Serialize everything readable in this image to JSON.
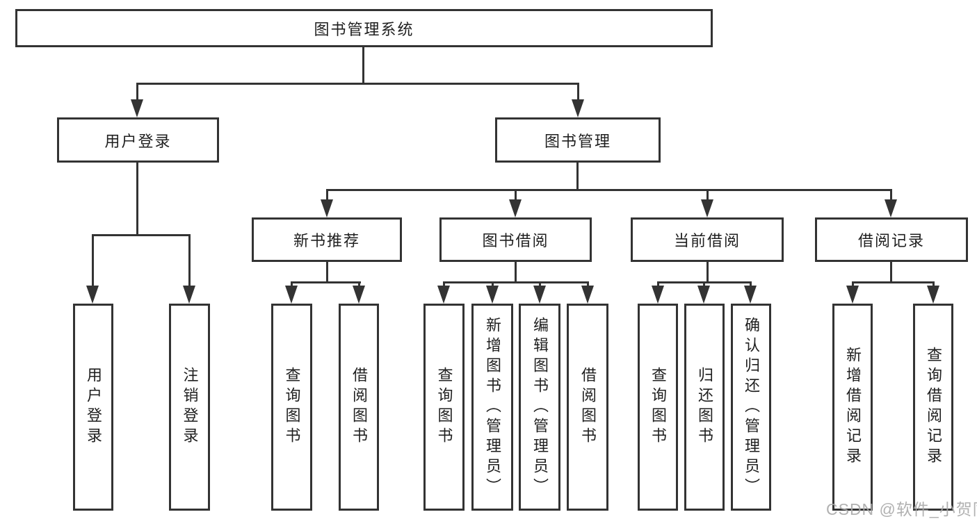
{
  "diagram": {
    "root": {
      "label": "图书管理系统"
    },
    "level2": [
      {
        "label": "用户登录"
      },
      {
        "label": "图书管理"
      }
    ],
    "level3": [
      {
        "label": "新书推荐"
      },
      {
        "label": "图书借阅"
      },
      {
        "label": "当前借阅"
      },
      {
        "label": "借阅记录"
      }
    ],
    "leaves": [
      {
        "label": "用户登录",
        "parent": "用户登录"
      },
      {
        "label": "注销登录",
        "parent": "用户登录"
      },
      {
        "label": "查询图书",
        "parent": "新书推荐"
      },
      {
        "label": "借阅图书",
        "parent": "新书推荐"
      },
      {
        "label": "查询图书",
        "parent": "图书借阅"
      },
      {
        "label": "新增图书（管理员）",
        "parent": "图书借阅"
      },
      {
        "label": "编辑图书（管理员）",
        "parent": "图书借阅"
      },
      {
        "label": "借阅图书",
        "parent": "图书借阅"
      },
      {
        "label": "查询图书",
        "parent": "当前借阅"
      },
      {
        "label": "归还图书",
        "parent": "当前借阅"
      },
      {
        "label": "确认归还（管理员）",
        "parent": "当前借阅"
      },
      {
        "label": "新增借阅记录",
        "parent": "借阅记录"
      },
      {
        "label": "查询借阅记录",
        "parent": "借阅记录"
      }
    ]
  },
  "colors": {
    "line": "#333333",
    "text": "#1f1f1f",
    "background": "#ffffff",
    "watermark": "#a8a8a8"
  },
  "watermark": {
    "text": "CSDN @软件_小贺同学"
  }
}
